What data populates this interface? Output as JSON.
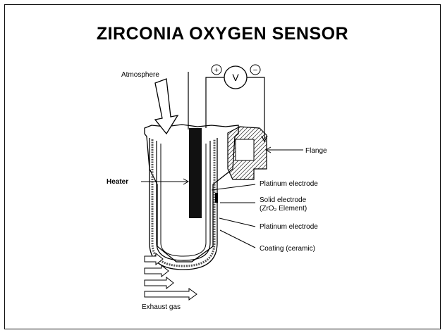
{
  "title": "ZIRCONIA OXYGEN SENSOR",
  "labels": {
    "atmosphere": "Atmosphere",
    "plus_sign": "+",
    "voltmeter": "V",
    "minus_sign": "−",
    "flange": "Flange",
    "heater": "Heater",
    "platinum_electrode_inner": "Platinum electrode",
    "solid_electrode_line1": "Solid electrode",
    "solid_electrode_line2": "(ZrO₂ Element)",
    "platinum_electrode_outer": "Platinum electrode",
    "coating": "Coating (ceramic)",
    "exhaust_gas": "Exhaust gas"
  }
}
